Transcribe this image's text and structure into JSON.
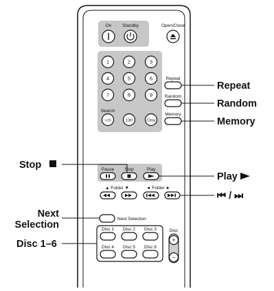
{
  "remote": {
    "top": {
      "on": "On",
      "standby": "Standby",
      "open_close": "Open/Close"
    },
    "numpad": {
      "keys": [
        "1",
        "2",
        "3",
        "4",
        "5",
        "6",
        "7",
        "8",
        "9",
        ">10",
        "10/0",
        "Clear"
      ],
      "search_label": "Search"
    },
    "side": {
      "repeat": "Repeat",
      "random": "Random",
      "memory": "Memory"
    },
    "transport": {
      "pause": "Pause",
      "stop": "Stop",
      "play": "Play"
    },
    "folder": {
      "down": "Folder",
      "up": "Folder"
    },
    "next_selection": "Next Selection",
    "discs": [
      "Disc 1",
      "Disc 2",
      "Disc 3",
      "Disc 4",
      "Disc 5",
      "Disc 6"
    ],
    "disc_label": "Disc",
    "disc_plus": "+",
    "disc_minus": "−"
  },
  "callouts": {
    "repeat": "Repeat",
    "random": "Random",
    "memory": "Memory",
    "stop": "Stop",
    "play": "Play",
    "skip": "⏮ / ⏭",
    "next_line1": "Next",
    "next_line2": "Selection",
    "disc": "Disc 1–6"
  }
}
